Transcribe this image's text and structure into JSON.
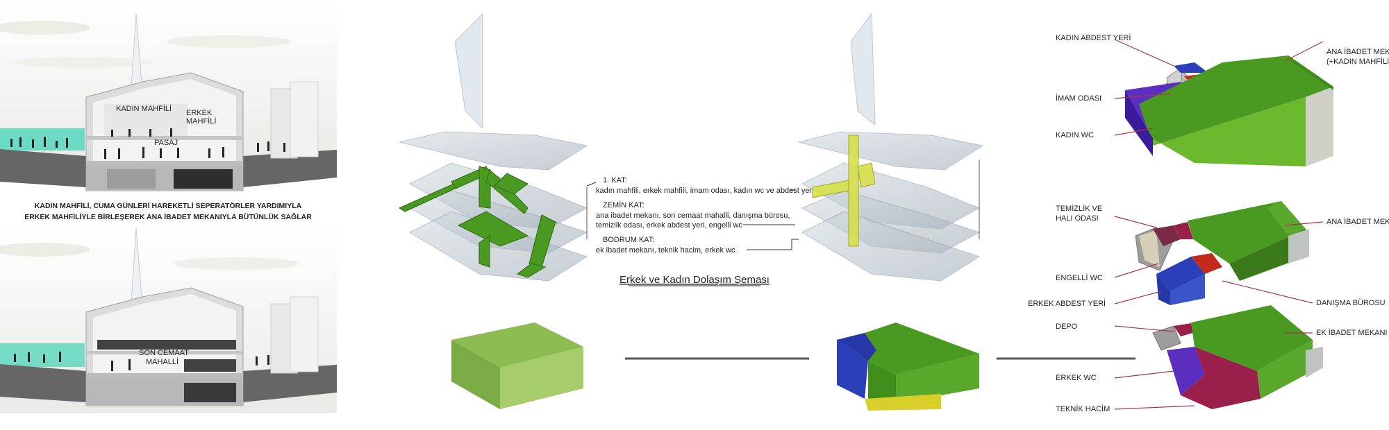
{
  "sections": {
    "top": {
      "labels": {
        "kadin_mahfili": "KADIN MAHFİLİ",
        "erkek": "ERKEK",
        "mahfili": "MAHFİLİ",
        "pasaj": "PASAJ"
      },
      "caption_line1": "KADIN MAHFİLİ, CUMA GÜNLERİ HAREKETLİ SEPERATÖRLER YARDIMIYLA",
      "caption_line2": "ERKEK MAHFİLİYLE BİRLEŞEREK ANA İBADET MEKANIYLA BÜTÜNLÜK SAĞLAR"
    },
    "bottom": {
      "label_line1": "SON CEMAAT",
      "label_line2": "MAHALLİ"
    }
  },
  "circulation": {
    "title": "Erkek ve Kadın Dolaşım Şeması",
    "floors": [
      {
        "name": "1. KAT:",
        "desc": [
          "kadın mahfili, erkek mahfili, imam odası, kadın wc ve abdest yeri"
        ]
      },
      {
        "name": "ZEMİN KAT:",
        "desc": [
          "ana ibadet mekanı, son cemaat mahalli, danışma bürosu,",
          "temizlik odası, erkek abdest yeri, engelli wc"
        ]
      },
      {
        "name": "BODRUM KAT:",
        "desc": [
          "ek ibadet mekanı, teknik hacim, erkek wc"
        ]
      }
    ]
  },
  "programs": {
    "top": [
      "KADIN ABDEST YERİ",
      "İMAM ODASI",
      "KADIN WC",
      "ANA İBADET MEKANI",
      "(+KADIN MAHFİLİ)"
    ],
    "middle": [
      "TEMİZLİK VE",
      "HALI ODASI",
      "ENGELLİ WC",
      "ERKEK ABDEST YERİ",
      "ANA İBADET MEKANI",
      "DANIŞMA BÜROSU"
    ],
    "bottom": [
      "DEPO",
      "ERKEK WC",
      "TEKNİK HACİM",
      "EK İBADET MEKANI"
    ]
  },
  "colors": {
    "green": "#4a9a22",
    "light_green": "#6db92e",
    "blue": "#2b3fb8",
    "red": "#c42a1c",
    "magenta": "#9a1f4b",
    "purple": "#5b2ec0",
    "yellow": "#d8cf2a",
    "teal": "#41d3b5",
    "leader": "#a8324e"
  }
}
